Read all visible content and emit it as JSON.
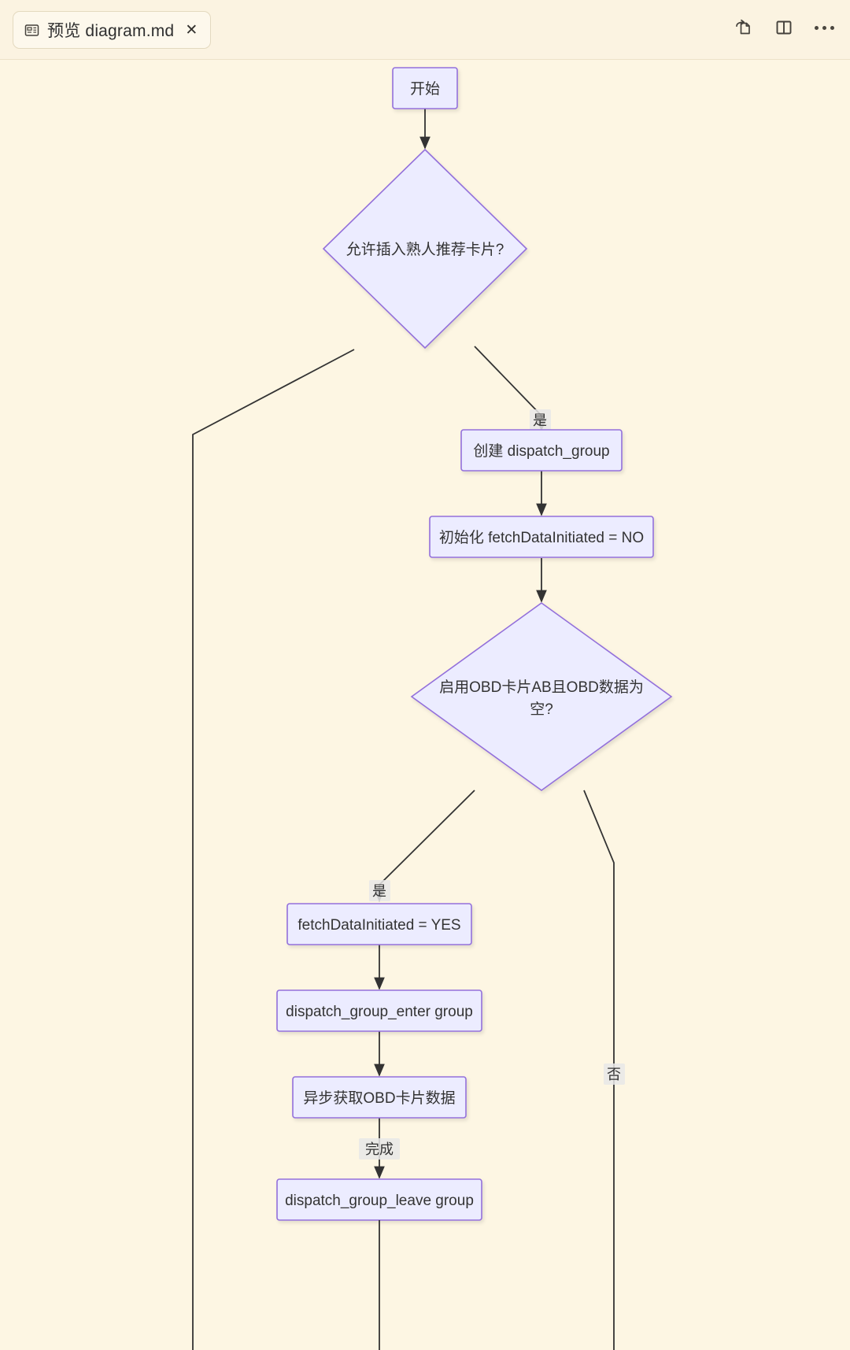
{
  "window": {
    "tab": {
      "icon": "preview-document-icon",
      "label": "预览 diagram.md",
      "close": "✕"
    },
    "actions": [
      {
        "name": "open-external-icon",
        "tooltip": "打开"
      },
      {
        "name": "split-panel-icon",
        "tooltip": "分栏"
      },
      {
        "name": "more-options-icon",
        "tooltip": "更多"
      }
    ]
  },
  "theme": {
    "background": "#fdf6e3",
    "node_fill": "#ececff",
    "node_stroke": "#9370db",
    "edge_color": "#333333",
    "text_color": "#333333",
    "edge_label_bg": "#e8e8e8"
  },
  "diagram": {
    "type": "flowchart",
    "direction": "TD",
    "nodes": [
      {
        "id": "start",
        "shape": "rect",
        "label": "开始"
      },
      {
        "id": "d1",
        "shape": "diamond",
        "label": "允许插入熟人推荐卡片?"
      },
      {
        "id": "create",
        "shape": "rect",
        "label": "创建 dispatch_group"
      },
      {
        "id": "init",
        "shape": "rect",
        "label": "初始化 fetchDataInitiated = NO"
      },
      {
        "id": "d2",
        "shape": "diamond",
        "label_line1": "启用OBD卡片AB且OBD数据为",
        "label_line2": "空?"
      },
      {
        "id": "setyes",
        "shape": "rect",
        "label": "fetchDataInitiated = YES"
      },
      {
        "id": "enter",
        "shape": "rect",
        "label": "dispatch_group_enter group"
      },
      {
        "id": "fetch",
        "shape": "rect",
        "label": "异步获取OBD卡片数据"
      },
      {
        "id": "leave",
        "shape": "rect",
        "label": "dispatch_group_leave group"
      }
    ],
    "edges": [
      {
        "from": "start",
        "to": "d1",
        "label": ""
      },
      {
        "from": "d1",
        "to": "create",
        "label": "是"
      },
      {
        "from": "d1",
        "to": "bottom-left",
        "label": ""
      },
      {
        "from": "create",
        "to": "init",
        "label": ""
      },
      {
        "from": "init",
        "to": "d2",
        "label": ""
      },
      {
        "from": "d2",
        "to": "setyes",
        "label": "是"
      },
      {
        "from": "d2",
        "to": "bottom-right",
        "label": "否"
      },
      {
        "from": "setyes",
        "to": "enter",
        "label": ""
      },
      {
        "from": "enter",
        "to": "fetch",
        "label": ""
      },
      {
        "from": "fetch",
        "to": "leave",
        "label": "完成"
      }
    ]
  }
}
